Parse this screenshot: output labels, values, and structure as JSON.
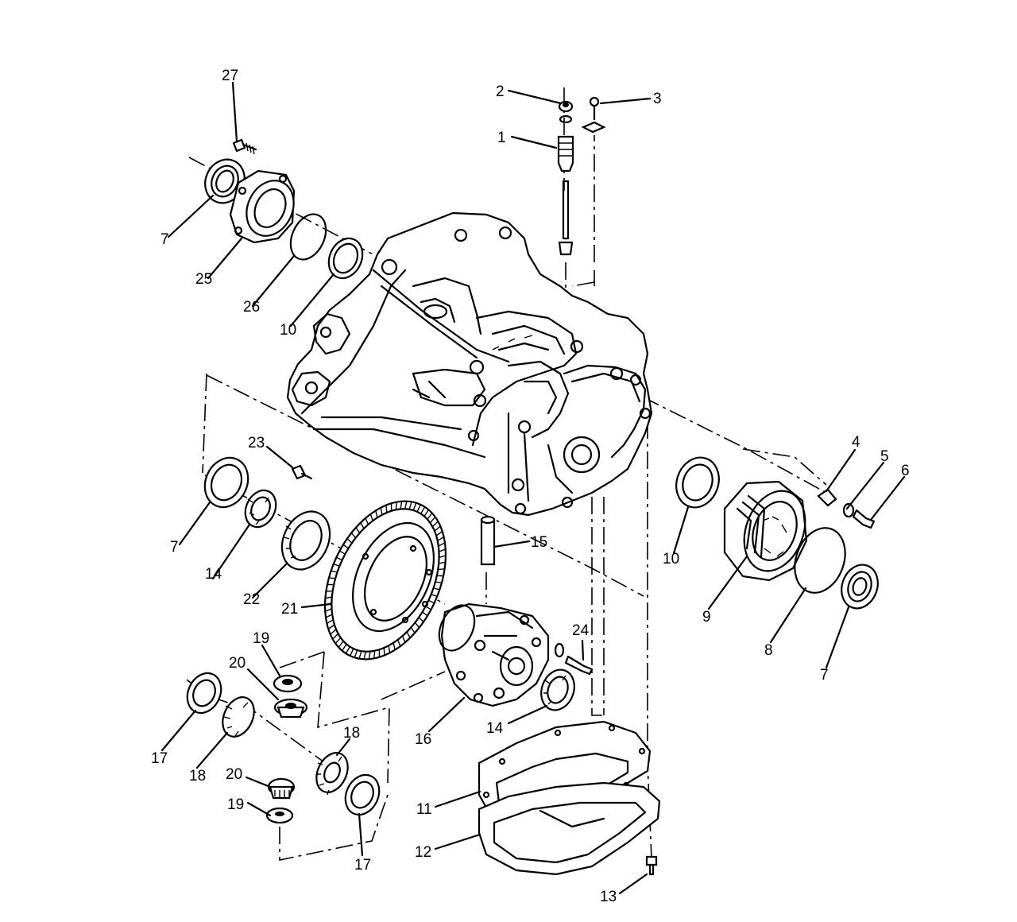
{
  "colors": {
    "ink": "#000000",
    "paper": "#ffffff"
  },
  "callouts": [
    {
      "id": "c27",
      "label": "27"
    },
    {
      "id": "c2",
      "label": "2"
    },
    {
      "id": "c3",
      "label": "3"
    },
    {
      "id": "c1",
      "label": "1"
    },
    {
      "id": "c7a",
      "label": "7"
    },
    {
      "id": "c25",
      "label": "25"
    },
    {
      "id": "c26",
      "label": "26"
    },
    {
      "id": "c10a",
      "label": "10"
    },
    {
      "id": "c23",
      "label": "23"
    },
    {
      "id": "c4",
      "label": "4"
    },
    {
      "id": "c5",
      "label": "5"
    },
    {
      "id": "c6",
      "label": "6"
    },
    {
      "id": "c7b",
      "label": "7"
    },
    {
      "id": "c14a",
      "label": "14"
    },
    {
      "id": "c15",
      "label": "15"
    },
    {
      "id": "c10b",
      "label": "10"
    },
    {
      "id": "c22",
      "label": "22"
    },
    {
      "id": "c21",
      "label": "21"
    },
    {
      "id": "c9",
      "label": "9"
    },
    {
      "id": "c8",
      "label": "8"
    },
    {
      "id": "c7c",
      "label": "7"
    },
    {
      "id": "c24",
      "label": "24"
    },
    {
      "id": "c19a",
      "label": "19"
    },
    {
      "id": "c20a",
      "label": "20"
    },
    {
      "id": "c17a",
      "label": "17"
    },
    {
      "id": "c18a",
      "label": "18"
    },
    {
      "id": "c16",
      "label": "16"
    },
    {
      "id": "c14b",
      "label": "14"
    },
    {
      "id": "c18b",
      "label": "18"
    },
    {
      "id": "c20b",
      "label": "20"
    },
    {
      "id": "c19b",
      "label": "19"
    },
    {
      "id": "c17b",
      "label": "17"
    },
    {
      "id": "c11",
      "label": "11"
    },
    {
      "id": "c12",
      "label": "12"
    },
    {
      "id": "c13",
      "label": "13"
    }
  ]
}
